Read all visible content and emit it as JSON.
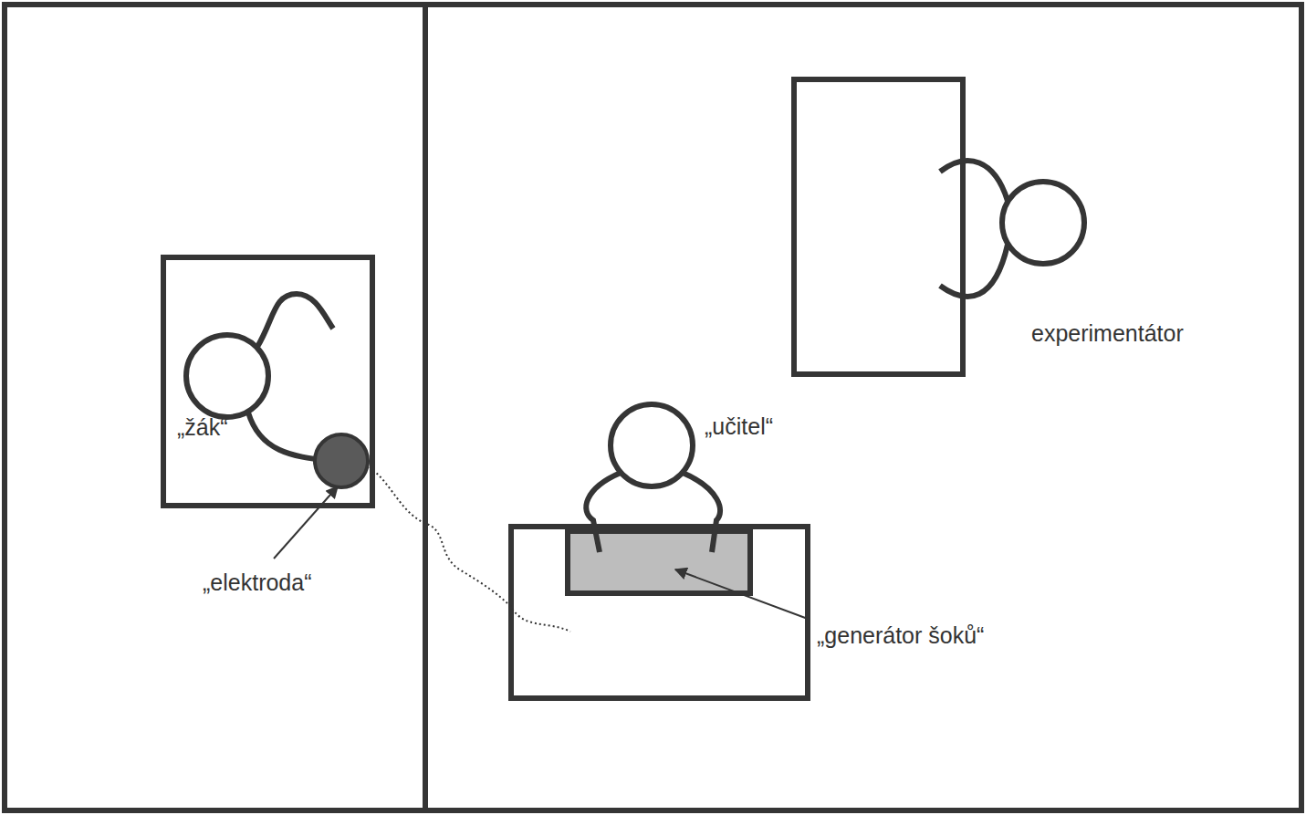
{
  "diagram": {
    "nodes": [
      {
        "text": [
          "„žák“"
        ]
      }
    ],
    "labels": [
      "„elektroda“",
      "„učitel“",
      "„generátor šoků“",
      "experimentátor"
    ]
  }
}
